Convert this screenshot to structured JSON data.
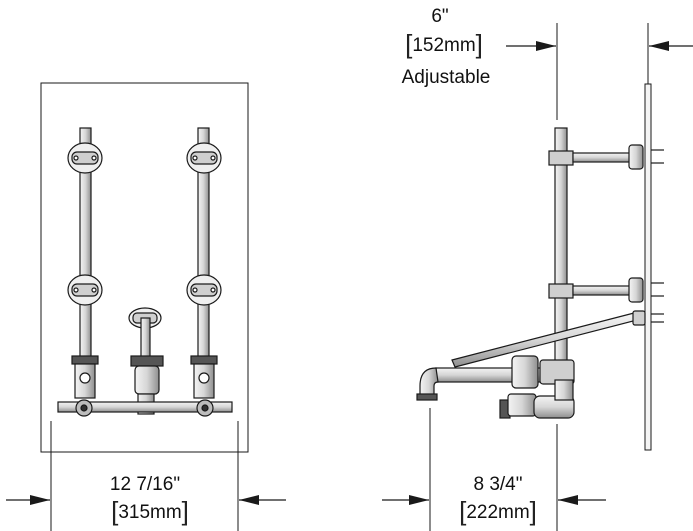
{
  "front_view": {
    "width_inches": "12 7/16\"",
    "width_mm": "315mm"
  },
  "side_view": {
    "top_inches": "6\"",
    "top_mm": "152mm",
    "top_note": "Adjustable",
    "bottom_inches": "8 3/4\"",
    "bottom_mm": "222mm"
  },
  "colors": {
    "line": "#1a1a1a",
    "pipe_fill": "#e4e4e4",
    "pipe_shade": "#9a9a9a"
  }
}
